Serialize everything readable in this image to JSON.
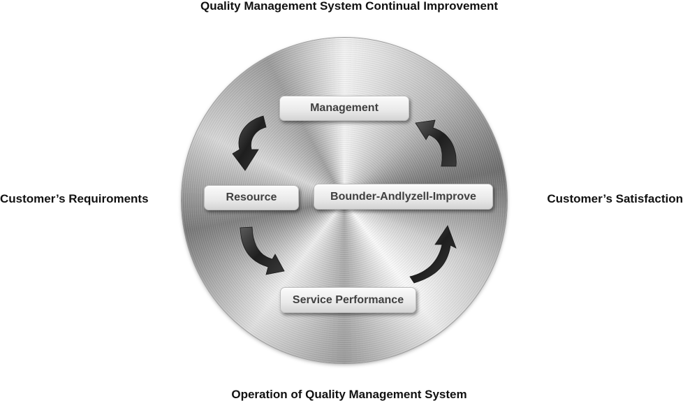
{
  "diagram": {
    "top_label": "Quality Management System Continual Improvement",
    "bottom_label": "Operation of Quality Management System",
    "left_label": "Customer’s Requiroments",
    "right_label": "Customer’s Satisfaction",
    "nodes": {
      "management": "Management",
      "resource": "Resource",
      "bounder": "Bounder-Andlyzell-Improve",
      "service": "Service Performance"
    }
  },
  "colors": {
    "arrow_fill": "#2e2e2e",
    "box_text": "#404040",
    "label_text": "#111111"
  }
}
